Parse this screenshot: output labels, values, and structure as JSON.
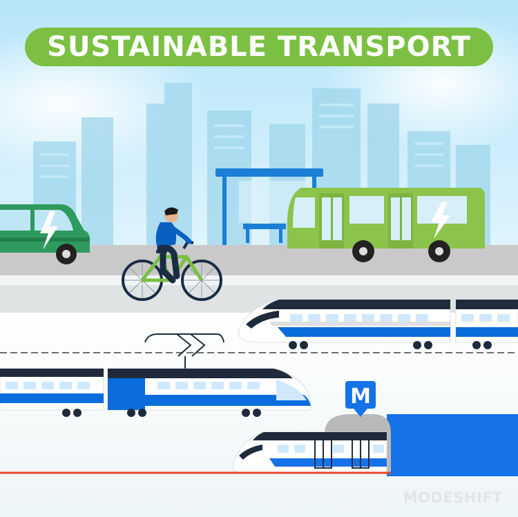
{
  "title": "SUSTAINABLE TRANSPORT",
  "watermark": "MODESHIFT",
  "metro_sign_letter": "M",
  "colors": {
    "title_green": "#7bc043",
    "sky_blue": "#bfe8f8",
    "car_green": "#2e9a5e",
    "bus_green": "#8cc34a",
    "train_blue": "#0a6ddb",
    "metro_blue": "#1572e8",
    "road_gray": "#c9c9c9",
    "rail_red": "#e8442c"
  },
  "icons": [
    "lightning-bolt-icon",
    "metro-m-sign-icon"
  ]
}
